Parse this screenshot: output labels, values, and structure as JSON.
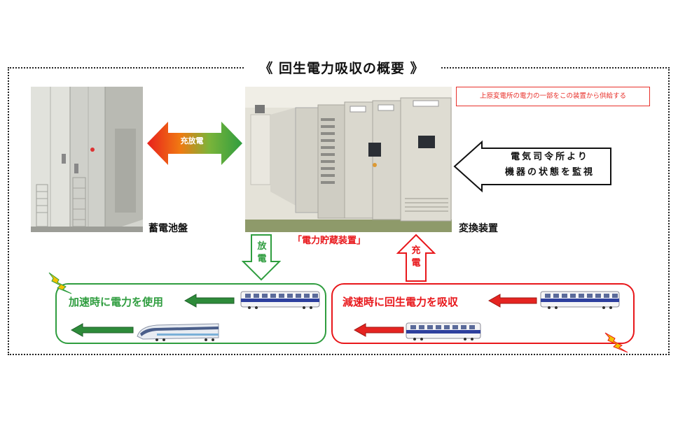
{
  "title": "《 回生電力吸収の概要 》",
  "labels": {
    "battery_panel": "蓄電池盤",
    "converter": "変換装置",
    "storage_device": "「電力貯蔵装置」",
    "charge_discharge": "充放電",
    "discharge": "放電",
    "charge": "充電",
    "acceleration": "加速時に電力を使用",
    "deceleration": "減速時に回生電力を吸収"
  },
  "note": "上原変電所の電力の一部をこの装置から供給する",
  "monitor": {
    "line1": "電気司令所より",
    "line2": "機器の状態を監視"
  },
  "colors": {
    "green": "#2f9d3f",
    "red": "#e8171b",
    "arrow_green": "#2e8b3a",
    "arrow_red": "#e52421",
    "lightning": "#f2c200"
  }
}
